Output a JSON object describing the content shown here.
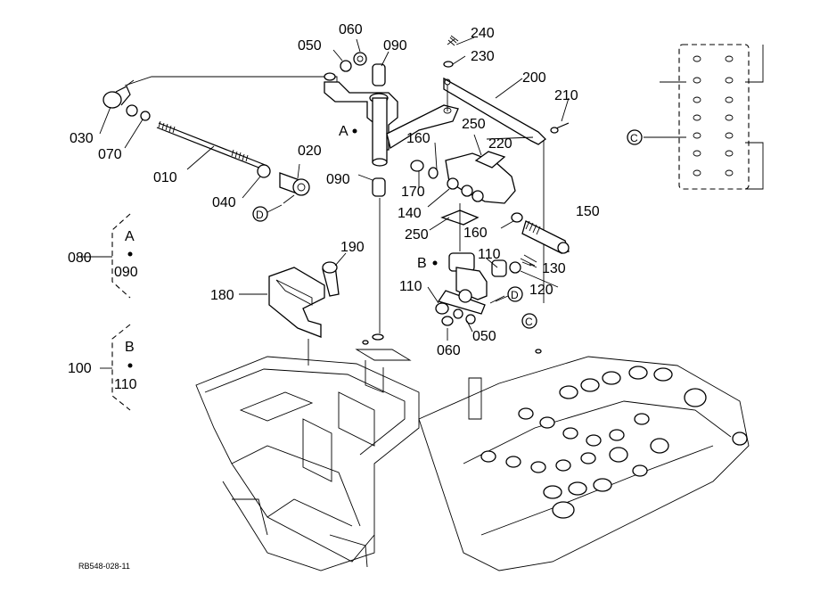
{
  "diagram": {
    "figure_code": "RB548-028-11",
    "part_labels": [
      "010",
      "020",
      "030",
      "040",
      "050",
      "050",
      "060",
      "060",
      "070",
      "090",
      "090",
      "110",
      "110",
      "120",
      "130",
      "140",
      "150",
      "160",
      "160",
      "170",
      "180",
      "190",
      "200",
      "210",
      "220",
      "230",
      "240",
      "250",
      "250"
    ],
    "legend_080": {
      "code": "080",
      "letter": "A",
      "part": "090"
    },
    "legend_100": {
      "code": "100",
      "letter": "B",
      "part": "110"
    },
    "ref_markers": {
      "a": "A",
      "b": "B",
      "c": "C",
      "d": "D"
    }
  }
}
